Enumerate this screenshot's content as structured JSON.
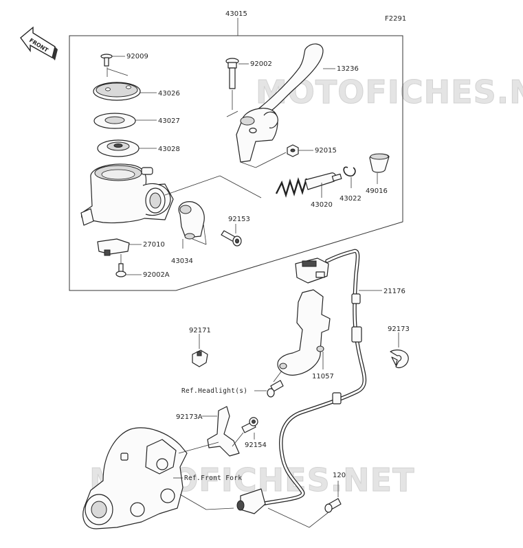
{
  "figure_code": "F2291",
  "front_arrow_label": "FRONT",
  "watermark": "MOTOFICHES.NET",
  "callouts": {
    "c43015": "43015",
    "c92009": "92009",
    "c43026": "43026",
    "c43027": "43027",
    "c43028": "43028",
    "c92002": "92002",
    "c13236": "13236",
    "c92015": "92015",
    "c49016": "49016",
    "c43022": "43022",
    "c43020": "43020",
    "c92153": "92153",
    "c27010": "27010",
    "c43034": "43034",
    "c92002A": "92002A",
    "c21176": "21176",
    "c92171": "92171",
    "c92173": "92173",
    "c11057": "11057",
    "c92173A": "92173A",
    "c92154": "92154",
    "c120": "120"
  },
  "references": {
    "headlight": "Ref.Headlight(s)",
    "front_fork": "Ref.Front Fork"
  }
}
